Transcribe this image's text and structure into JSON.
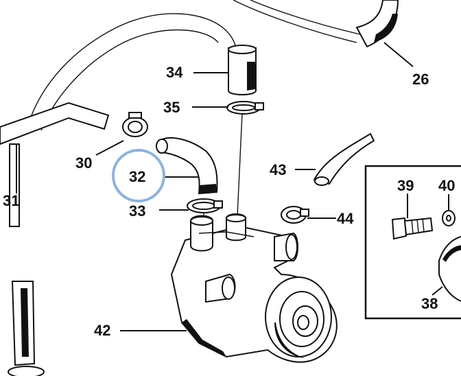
{
  "diagram": {
    "highlight_color": "#8fb3d9",
    "highlighted_part": "32",
    "labels": {
      "p26": "26",
      "p30": "30",
      "p31": "31",
      "p32": "32",
      "p33": "33",
      "p34": "34",
      "p35": "35",
      "p38": "38",
      "p39": "39",
      "p40": "40",
      "p42": "42",
      "p43": "43",
      "p44": "44"
    }
  }
}
